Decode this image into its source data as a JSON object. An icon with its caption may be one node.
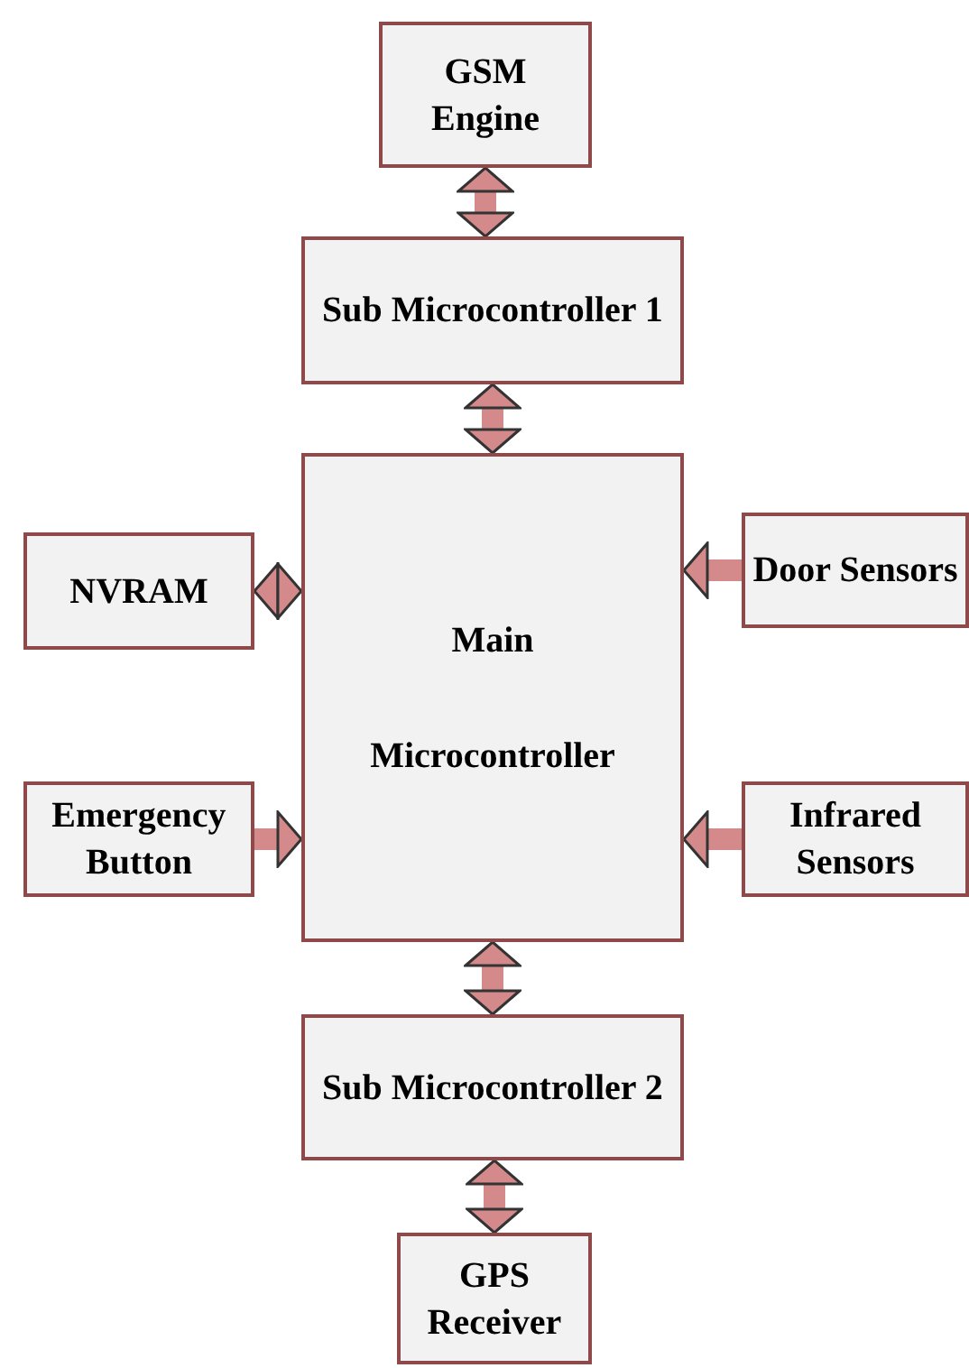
{
  "diagram": {
    "nodes": [
      {
        "text": [
          "GSM Engine"
        ]
      },
      {
        "text": [
          "Sub Microcontroller 1"
        ]
      },
      {
        "text": [
          "NVRAM"
        ]
      },
      {
        "text": [
          "Main Microcontroller"
        ]
      },
      {
        "text": [
          "Door Sensors"
        ]
      },
      {
        "text": [
          "Emergency Button"
        ]
      },
      {
        "text": [
          "Infrared Sensors"
        ]
      },
      {
        "text": [
          "Sub Microcontroller 2"
        ]
      },
      {
        "text": [
          "GPS Receiver"
        ]
      }
    ],
    "edges": [
      {
        "from": 0,
        "to": 1,
        "arrow": "both"
      },
      {
        "from": 1,
        "to": 3,
        "arrow": "both"
      },
      {
        "from": 2,
        "to": 3,
        "arrow": "both"
      },
      {
        "from": 4,
        "to": 3,
        "arrow": "to"
      },
      {
        "from": 5,
        "to": 3,
        "arrow": "to"
      },
      {
        "from": 6,
        "to": 3,
        "arrow": "to"
      },
      {
        "from": 3,
        "to": 7,
        "arrow": "both"
      },
      {
        "from": 7,
        "to": 8,
        "arrow": "both"
      }
    ]
  }
}
